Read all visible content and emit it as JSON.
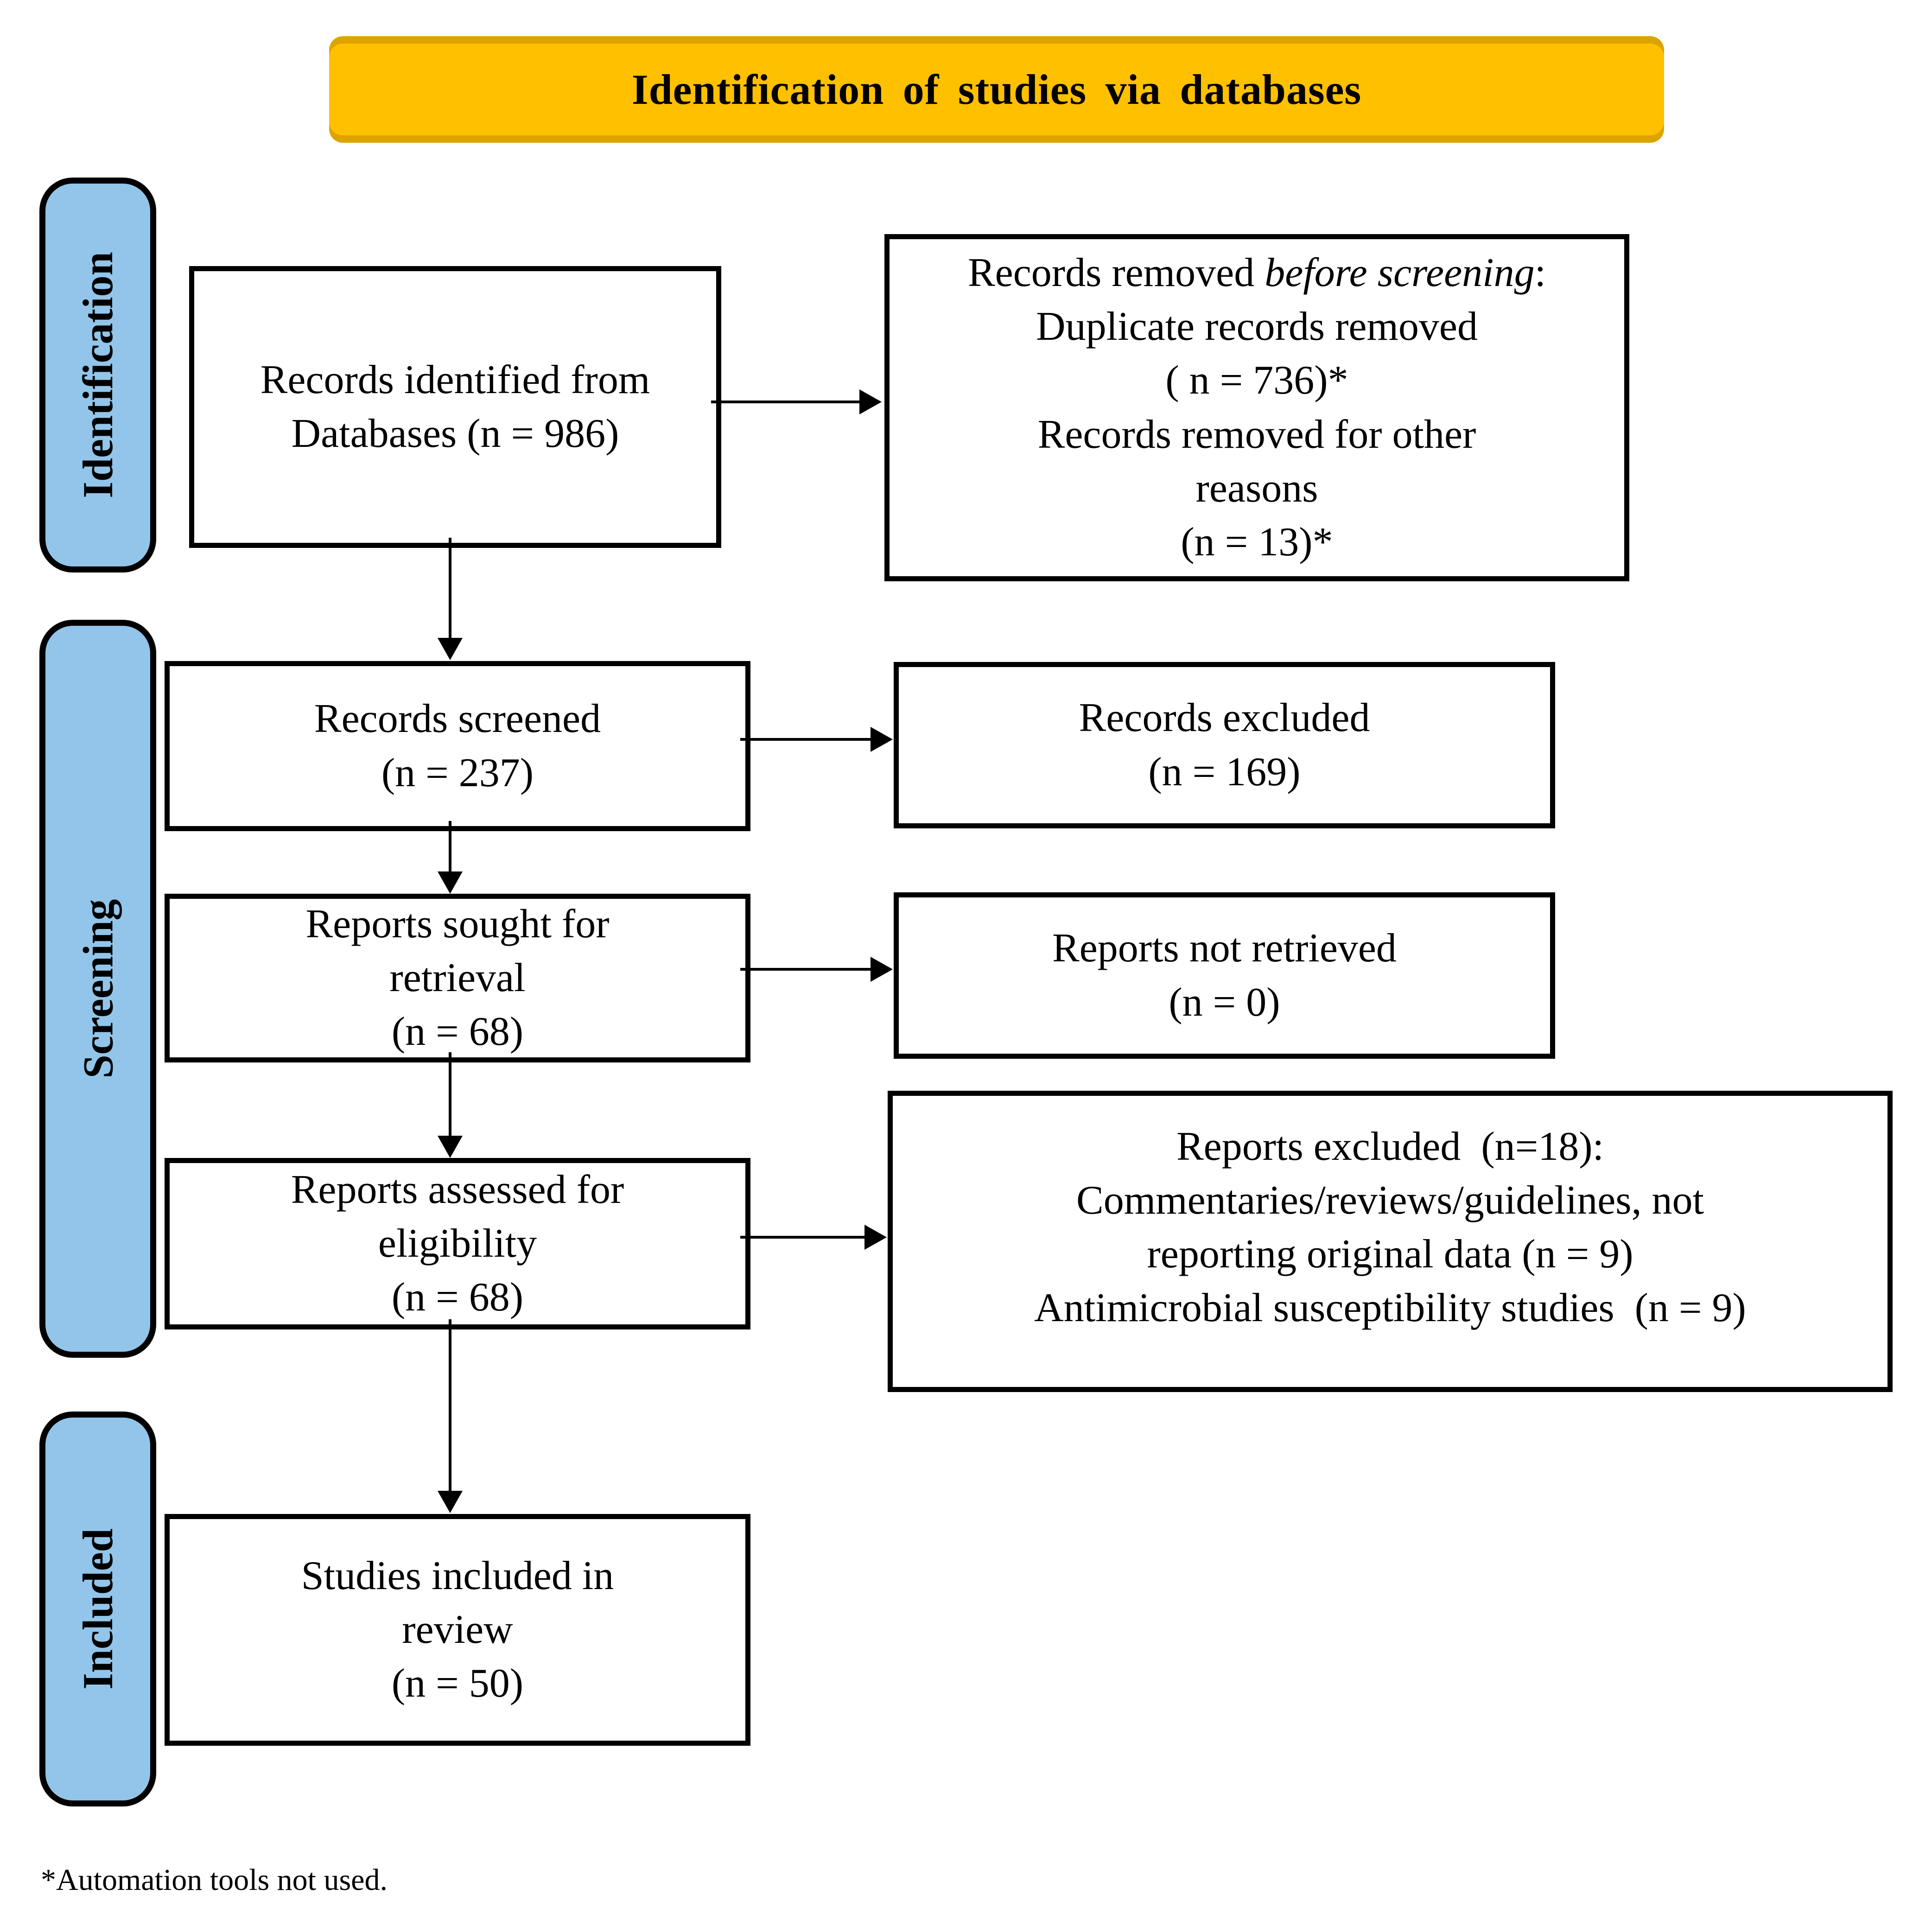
{
  "banner": {
    "label": "Identification of studies via databases"
  },
  "colors": {
    "banner_bg": "#FFC000",
    "stage_bg": "#92C5E9",
    "line_color": "#000000"
  },
  "stages": [
    {
      "label": "Identification"
    },
    {
      "label": "Screening"
    },
    {
      "label": "Included"
    }
  ],
  "boxes": {
    "identified": {
      "lines": [
        "Records identified from",
        "Databases (n = 986)"
      ]
    },
    "removed": {
      "title_parts": [
        "Records removed ",
        "before screening",
        ":"
      ],
      "lines": [
        "Duplicate records removed",
        "( n = 736)*",
        "Records removed for other",
        "reasons",
        "(n = 13)*"
      ]
    },
    "screened": {
      "lines": [
        "Records screened",
        "(n = 237)"
      ]
    },
    "records_excluded": {
      "lines": [
        "Records excluded",
        "(n = 169)"
      ]
    },
    "sought": {
      "lines": [
        "Reports sought for",
        "retrieval",
        "(n = 68)"
      ]
    },
    "not_retrieved": {
      "lines": [
        "Reports not retrieved",
        "(n = 0)"
      ]
    },
    "assessed": {
      "lines": [
        "Reports assessed for",
        "eligibility",
        "(n = 68)"
      ]
    },
    "reports_excluded": {
      "lines": [
        "Reports excluded  (n=18):",
        "Commentaries/reviews/guidelines, not",
        "reporting original data (n = 9)",
        "Antimicrobial susceptibility studies  (n = 9)"
      ]
    },
    "included_studies": {
      "lines": [
        "Studies included in",
        "review",
        "(n = 50)"
      ]
    }
  },
  "footnote": "*Automation tools not used."
}
